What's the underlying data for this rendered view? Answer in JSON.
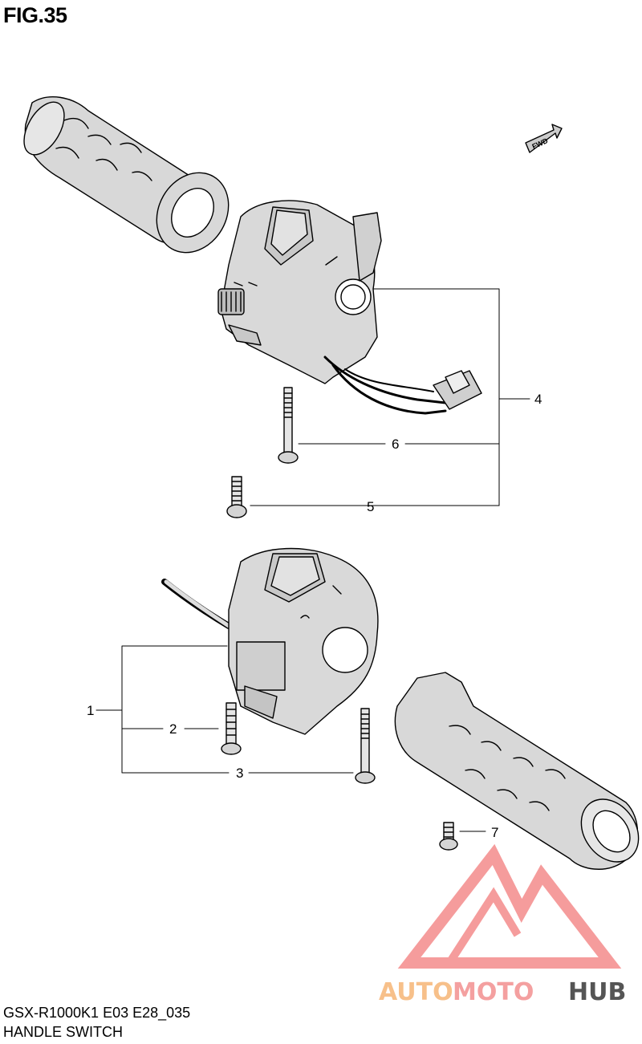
{
  "figure": {
    "title": "FIG.35"
  },
  "direction_marker": {
    "label": "FWD"
  },
  "callouts": [
    {
      "number": "1"
    },
    {
      "number": "2"
    },
    {
      "number": "3"
    },
    {
      "number": "4"
    },
    {
      "number": "5"
    },
    {
      "number": "6"
    },
    {
      "number": "7"
    }
  ],
  "footer": {
    "model_code": "GSX-R1000K1 E03 E28_035",
    "section_name": "HANDLE SWITCH"
  },
  "watermark": {
    "brand_part1": "AUTO",
    "brand_part2": "MOTO",
    "brand_part3": "HUB",
    "colors": {
      "auto": "#f7c08a",
      "moto": "#f4a0a0",
      "hub": "#555555",
      "logo": "#f48b8b"
    }
  }
}
